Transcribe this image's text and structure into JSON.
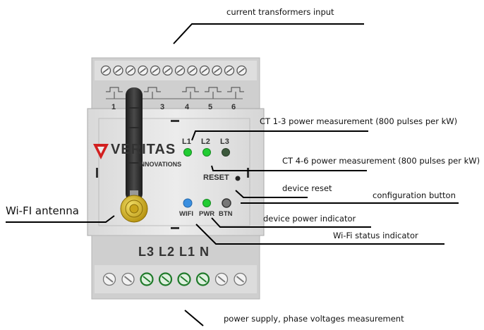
{
  "device": {
    "brand": "VERITAS",
    "brand_sub": "INNOVATIONS",
    "ct_numbers": [
      "1",
      "3",
      "4",
      "5",
      "6"
    ],
    "led_labels": [
      "L1",
      "L2",
      "L3"
    ],
    "reset_label": "RESET",
    "bottom_led_labels": [
      "WIFI",
      "PWR",
      "BTN"
    ],
    "phase_label": "L3 L2 L1 N"
  },
  "annotations": {
    "ct_input": "current transformers input",
    "ct13": "CT 1-3 power measurement (800 pulses per kW)",
    "ct46": "CT 4-6 power measurement (800 pulses per kW)",
    "reset": "device reset",
    "config": "configuration button",
    "power": "device power indicator",
    "wifi_status": "Wi-Fi status indicator",
    "antenna": "Wi-FI antenna",
    "supply": "power supply, phase voltages measurement"
  },
  "colors": {
    "led_green": "#22cc33",
    "led_blue": "#3a8fe0",
    "led_dark": "#3d5a3d",
    "logo_red": "#d22020",
    "antenna_gold": "#e0c020"
  }
}
